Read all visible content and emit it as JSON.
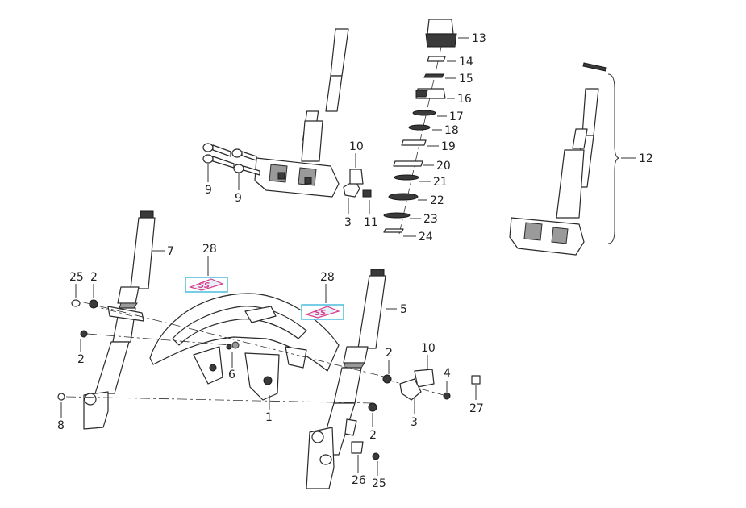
{
  "callouts": {
    "c1": "1",
    "c2a": "2",
    "c2b": "2",
    "c2c": "2",
    "c2d": "2",
    "c3a": "3",
    "c3b": "3",
    "c4": "4",
    "c5": "5",
    "c6": "6",
    "c7": "7",
    "c8": "8",
    "c9a": "9",
    "c9b": "9",
    "c10a": "10",
    "c10b": "10",
    "c11": "11",
    "c12": "12",
    "c13": "13",
    "c14": "14",
    "c15": "15",
    "c16": "16",
    "c17": "17",
    "c18": "18",
    "c19": "19",
    "c20": "20",
    "c21": "21",
    "c22": "22",
    "c23": "23",
    "c24": "24",
    "c25a": "25",
    "c25b": "25",
    "c26": "26",
    "c27": "27",
    "c28a": "28",
    "c28b": "28"
  },
  "decals": {
    "text": "SS"
  },
  "colors": {
    "decal_border": "#3fb8d9",
    "decal_ink": "#d93f8f"
  }
}
